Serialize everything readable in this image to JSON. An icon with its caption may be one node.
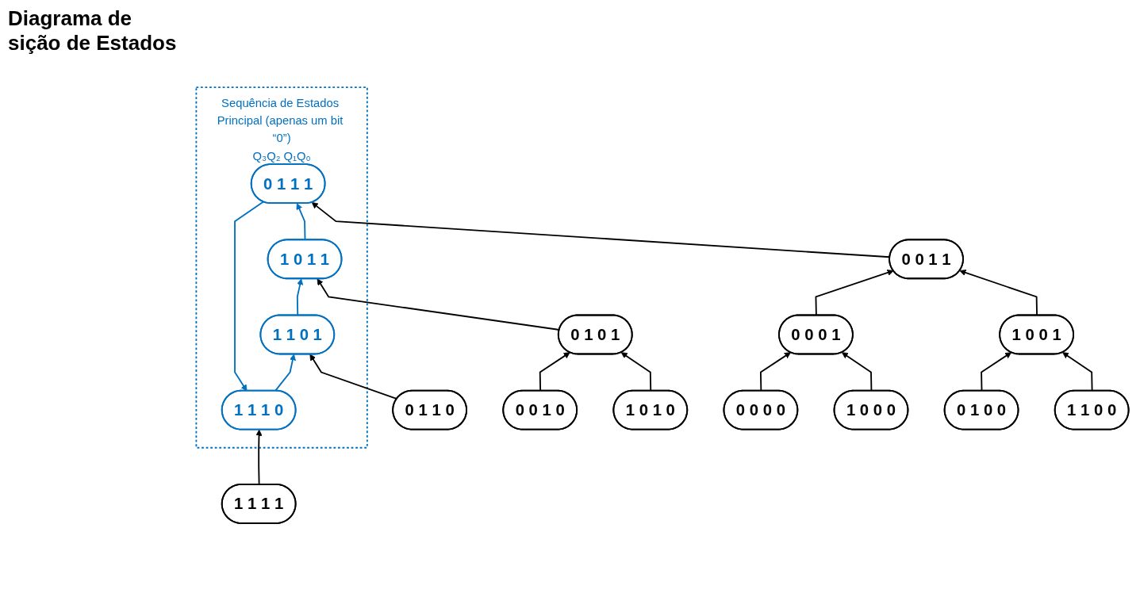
{
  "diagram": {
    "title": "Diagrama de sição de Estados",
    "nodes": [
      {
        "text": [
          "Sequência de Estados Principal (apenas um bit “0”)",
          "Q₃Q₂ Q₁Q₀"
        ]
      },
      {
        "text": [
          "1 1 1 0"
        ],
        "in": 0
      },
      {
        "text": [
          "1 1 0 1"
        ],
        "in": 0
      },
      {
        "text": [
          "0 1 1 1"
        ],
        "in": 0
      },
      {
        "text": [
          "1 0 1 1"
        ],
        "in": 0
      },
      {
        "text": [
          "1 1 1 1"
        ]
      },
      {
        "text": [
          "0 1 1 0"
        ]
      },
      {
        "text": [
          "0 0 1 1"
        ]
      },
      {
        "text": [
          "0 1 0 1"
        ]
      },
      {
        "text": [
          "0 0 0 1"
        ]
      },
      {
        "text": [
          "1 0 0 1"
        ]
      },
      {
        "text": [
          "0 0 1 0"
        ]
      },
      {
        "text": [
          "1 0 1 0"
        ]
      },
      {
        "text": [
          "0 0 0 0"
        ]
      },
      {
        "text": [
          "1 0 0 0"
        ]
      },
      {
        "text": [
          "0 1 0 0"
        ]
      },
      {
        "text": [
          "1 1 0 0"
        ]
      }
    ],
    "edges": [
      {
        "from": 1,
        "to": 2,
        "arrow": "to",
        "color": "#0070c0"
      },
      {
        "from": 2,
        "to": 4,
        "arrow": "to",
        "color": "#0070c0"
      },
      {
        "from": 4,
        "to": 3,
        "arrow": "to",
        "color": "#0070c0"
      },
      {
        "from": 3,
        "to": 1,
        "arrow": "to",
        "color": "#0070c0"
      },
      {
        "from": 5,
        "to": 1,
        "arrow": "to"
      },
      {
        "from": 6,
        "to": 2,
        "arrow": "to"
      },
      {
        "from": 7,
        "to": 3,
        "arrow": "to"
      },
      {
        "from": 8,
        "to": 4,
        "arrow": "to"
      },
      {
        "from": 9,
        "to": 7,
        "arrow": "to"
      },
      {
        "from": 10,
        "to": 7,
        "arrow": "to"
      },
      {
        "from": 11,
        "to": 8,
        "arrow": "to"
      },
      {
        "from": 12,
        "to": 8,
        "arrow": "to"
      },
      {
        "from": 13,
        "to": 9,
        "arrow": "to"
      },
      {
        "from": 14,
        "to": 9,
        "arrow": "to"
      },
      {
        "from": 15,
        "to": 10,
        "arrow": "to"
      },
      {
        "from": 16,
        "to": 10,
        "arrow": "to"
      }
    ]
  }
}
